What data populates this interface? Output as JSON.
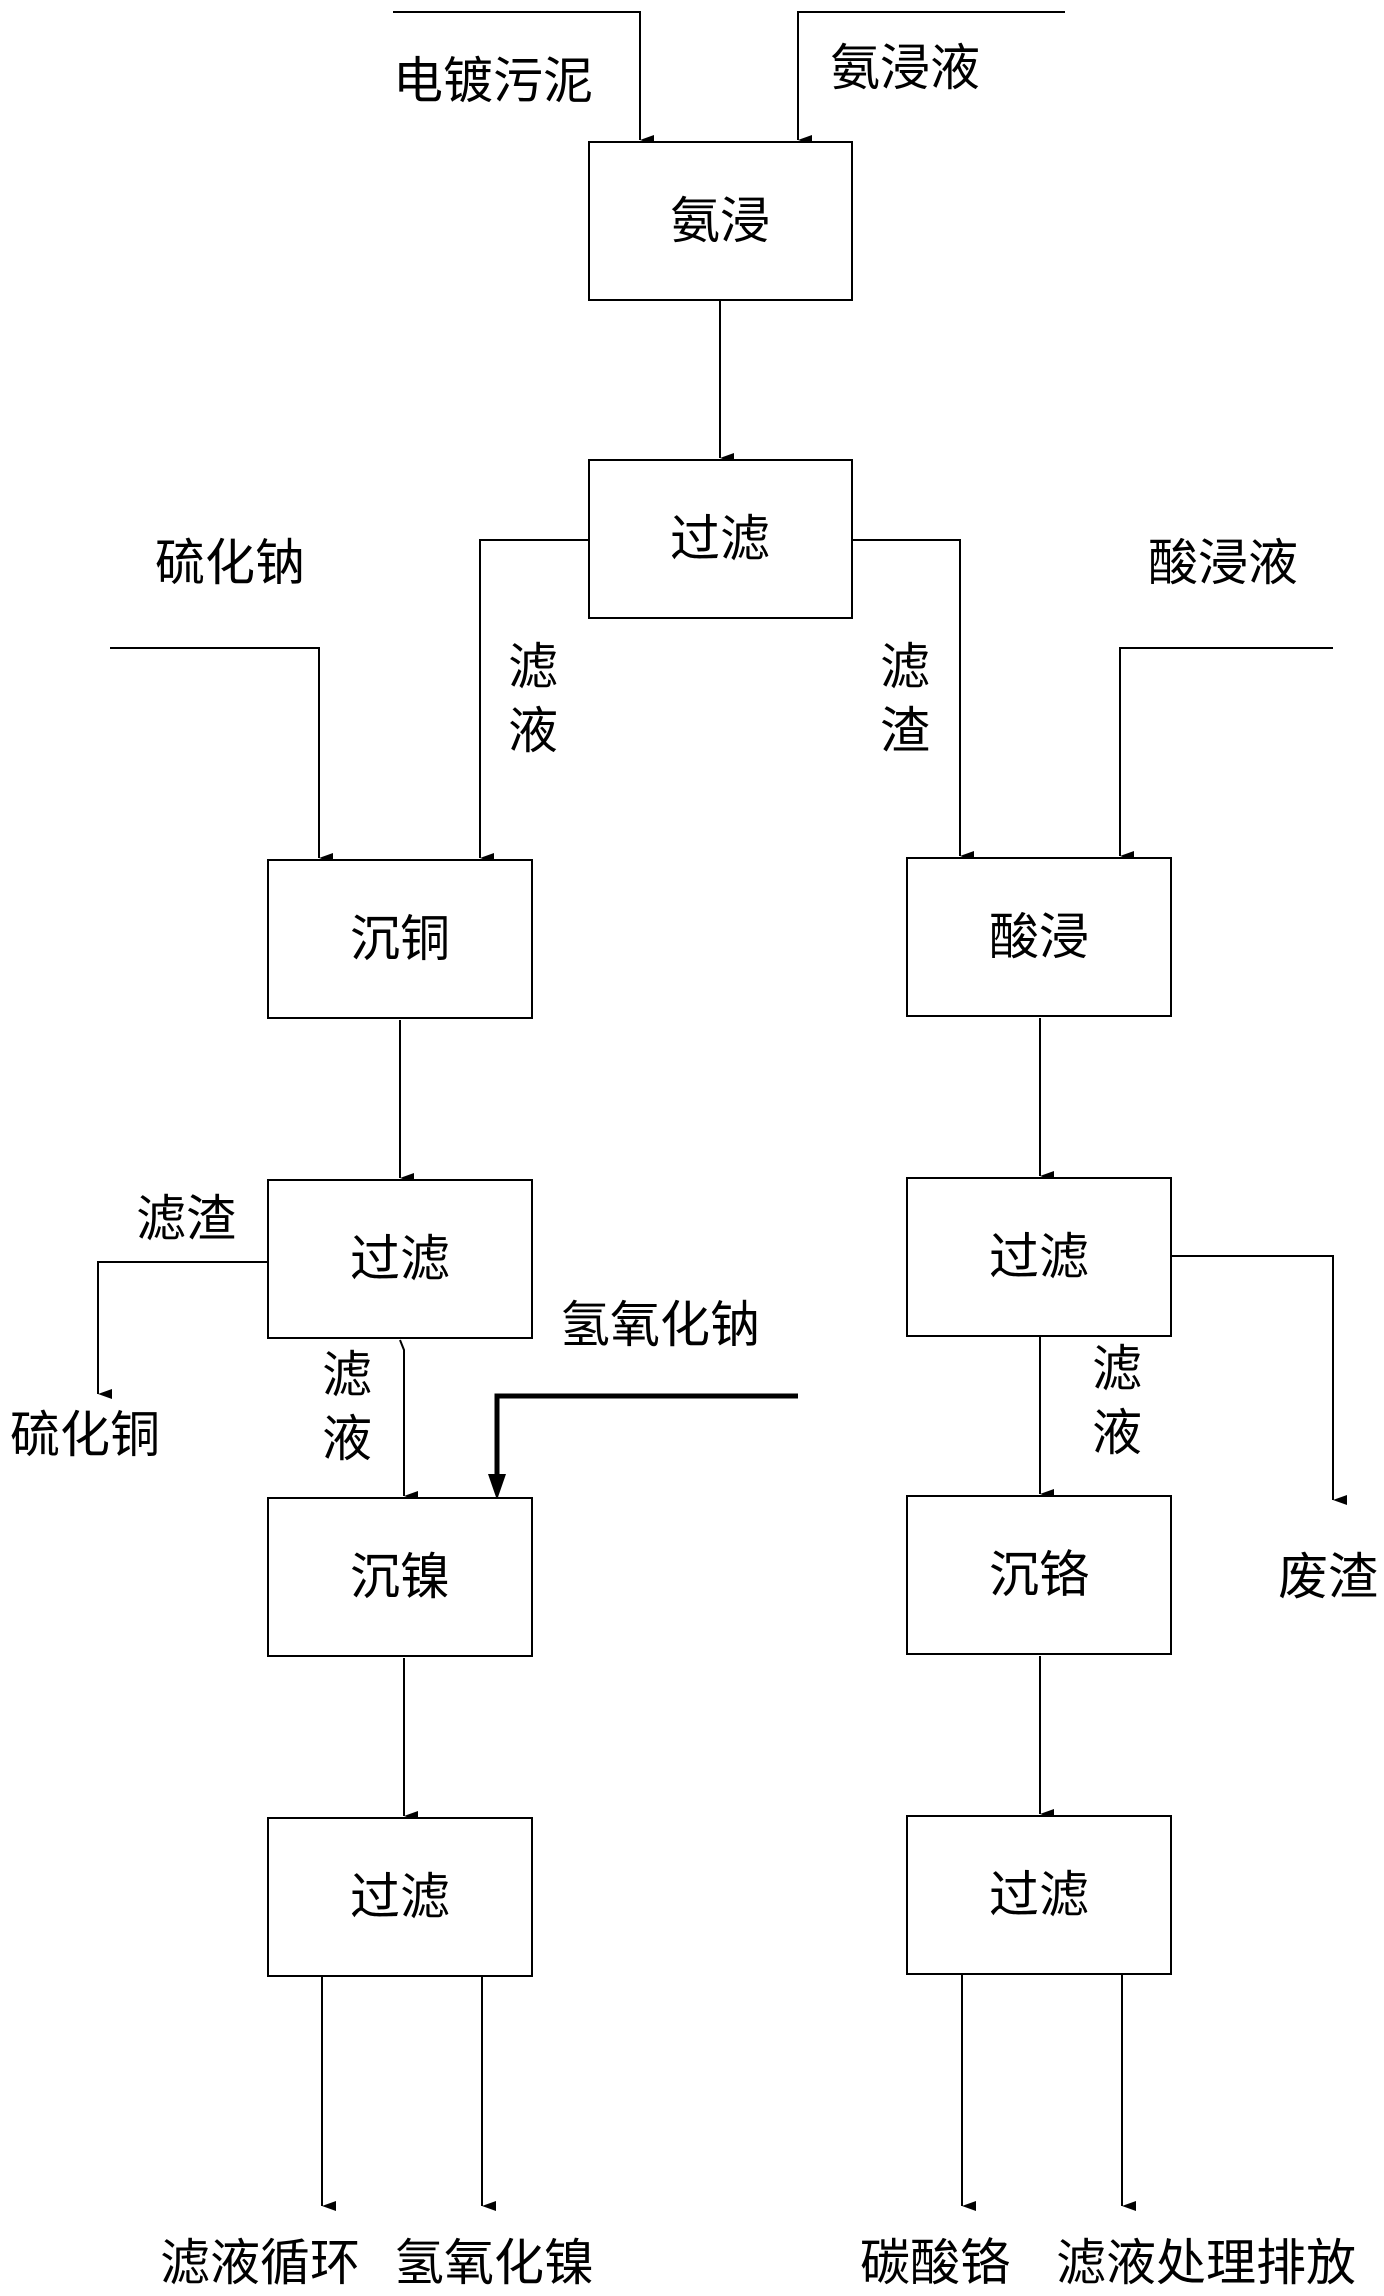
{
  "boxes": {
    "ammonia_leach": "氨浸",
    "filter1": "过滤",
    "copper_precip": "沉铜",
    "acid_leach": "酸浸",
    "filter_cu": "过滤",
    "filter_acid": "过滤",
    "nickel_precip": "沉镍",
    "chromium_precip": "沉铬",
    "filter_ni": "过滤",
    "filter_cr": "过滤"
  },
  "labels": {
    "sludge": "电镀污泥",
    "ammonia_liquor": "氨浸液",
    "sodium_sulfide": "硫化钠",
    "acid_liquor": "酸浸液",
    "filtrate_a": [
      "滤",
      "液"
    ],
    "residue_a": [
      "滤",
      "渣"
    ],
    "residue_cu": "滤渣",
    "copper_sulfide": "硫化铜",
    "sodium_hydroxide": "氢氧化钠",
    "filtrate_b": [
      "滤",
      "液"
    ],
    "filtrate_c": [
      "滤",
      "液"
    ],
    "waste_residue": "废渣",
    "filtrate_recycle": "滤液循环",
    "nickel_hydroxide": "氢氧化镍",
    "chromium_carbonate": "碳酸铬",
    "filtrate_discharge": "滤液处理排放"
  }
}
